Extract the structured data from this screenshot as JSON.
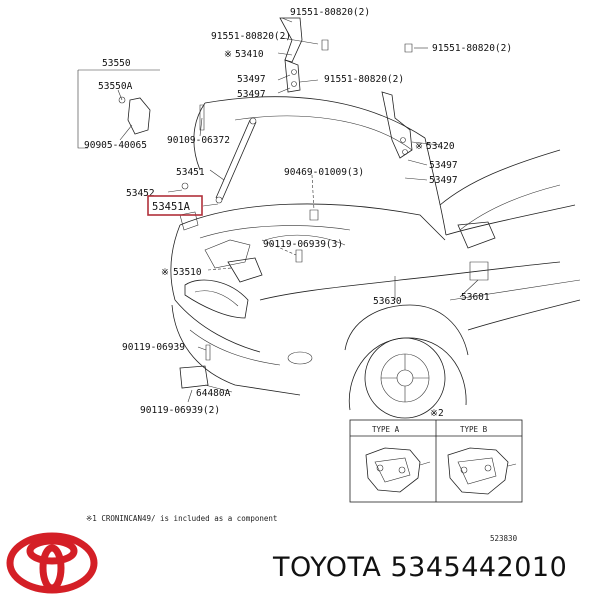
{
  "labels": {
    "p53550": "53550",
    "p53550a": "53550A",
    "p90905": "90905-40065",
    "p90109": "90109-06372",
    "p53451": "53451",
    "p53452": "53452",
    "p53451a": "53451A",
    "p53510": "53510",
    "p90119a": "90119-06939(3)",
    "p90119b": "90119-06939",
    "p90119c": "90119-06939(2)",
    "p64480a": "64480A",
    "p91551a": "91551-80820(2)",
    "p91551b": "91551-80820(2)",
    "p53410": "53410",
    "p53497a": "53497",
    "p53497b": "53497",
    "p91551c": "91551-80820(2)",
    "p91551d": "91551-80820(2)",
    "p53420": "53420",
    "p53497c": "53497",
    "p53497d": "53497",
    "p90469": "90469-01009(3)",
    "p53630": "53630",
    "p53601": "53601"
  },
  "marks": {
    "star": "※",
    "note_ref": "※2"
  },
  "inset": {
    "type_a": "TYPE A",
    "type_b": "TYPE B"
  },
  "footnote": "※1   CRONINCAN49/ is included as a component",
  "corner_code": "523830",
  "brand_text": "TOYOTA 5345442010",
  "colors": {
    "highlight": "#b0303a",
    "logo": "#d41f26"
  }
}
